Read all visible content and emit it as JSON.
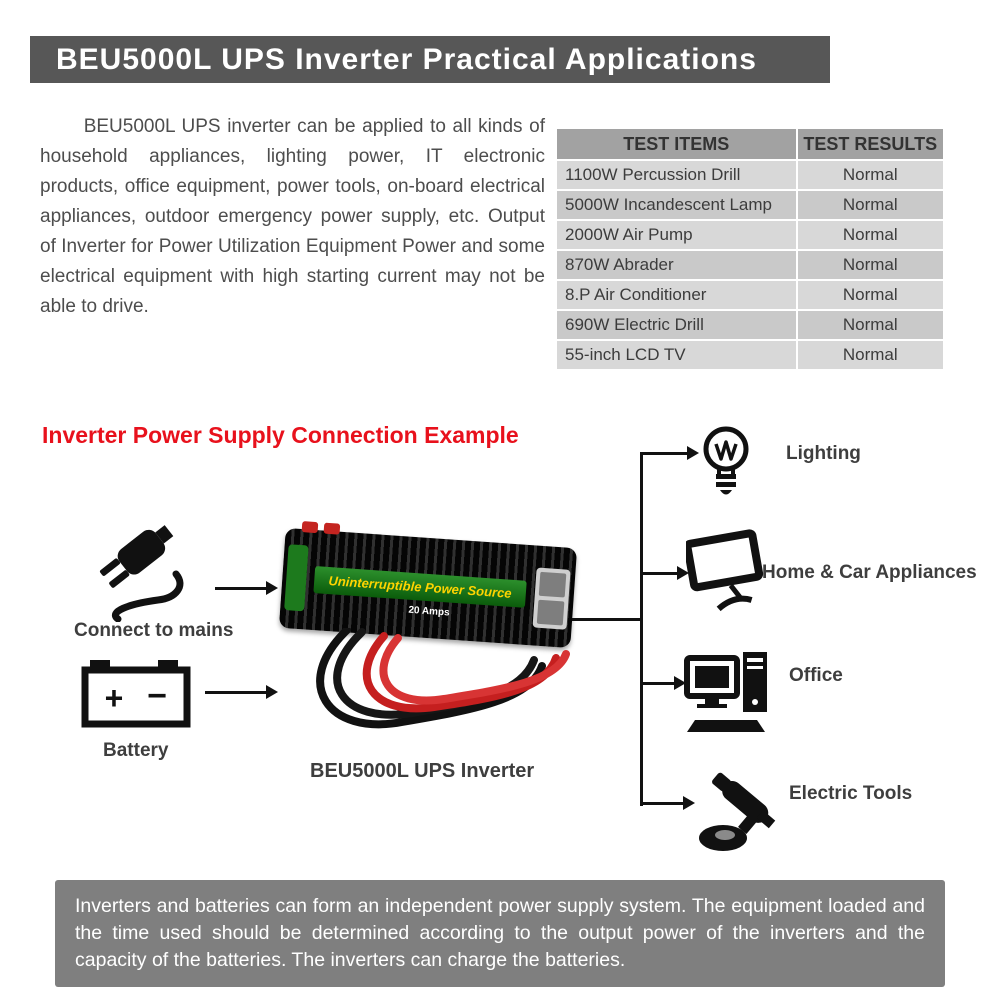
{
  "banner": {
    "title": "BEU5000L UPS Inverter Practical Applications"
  },
  "intro_paragraph": "BEU5000L UPS inverter can be applied to all kinds of household appliances, lighting power, IT electronic products, office equipment, power tools, on-board electrical appliances, outdoor emergency power supply, etc. Output of Inverter for Power Utilization Equipment Power and some electrical equipment with high starting current may not be able to drive.",
  "test_table": {
    "headers": [
      "TEST ITEMS",
      "TEST RESULTS"
    ],
    "rows": [
      {
        "item": "1100W Percussion Drill",
        "result": "Normal"
      },
      {
        "item": "5000W Incandescent Lamp",
        "result": "Normal"
      },
      {
        "item": "2000W Air Pump",
        "result": "Normal"
      },
      {
        "item": "870W Abrader",
        "result": "Normal"
      },
      {
        "item": "8.P Air Conditioner",
        "result": "Normal"
      },
      {
        "item": "690W Electric Drill",
        "result": "Normal"
      },
      {
        "item": "55-inch LCD TV",
        "result": "Normal"
      }
    ]
  },
  "diagram": {
    "heading": "Inverter Power Supply Connection Example",
    "mains_label": "Connect to mains",
    "battery_label": "Battery",
    "battery_plus": "+",
    "battery_minus": "−",
    "inverter_caption": "BEU5000L UPS Inverter",
    "inverter_band_text": "Uninterruptible Power Source",
    "inverter_badge": "20 Amps",
    "outputs": [
      {
        "label": "Lighting",
        "icon": "lightbulb-icon"
      },
      {
        "label": "Home & Car Appliances",
        "icon": "tv-icon"
      },
      {
        "label": "Office",
        "icon": "desktop-computer-icon"
      },
      {
        "label": "Electric Tools",
        "icon": "angle-grinder-icon"
      }
    ]
  },
  "footer_note": "Inverters and batteries can form an independent power supply system. The equipment loaded and the time used should be determined according to the output power of the inverters and the capacity of the batteries. The inverters can charge the batteries.",
  "colors": {
    "banner_bg": "#575757",
    "heading_red": "#e8111c",
    "footer_bg": "#7f7f7f",
    "table_header_bg": "#a2a2a2",
    "row_bg_a": "#d8d8d8",
    "row_bg_b": "#c9c9c9",
    "inverter_green": "#1d7a1d",
    "cable_red": "#c51f1f"
  }
}
